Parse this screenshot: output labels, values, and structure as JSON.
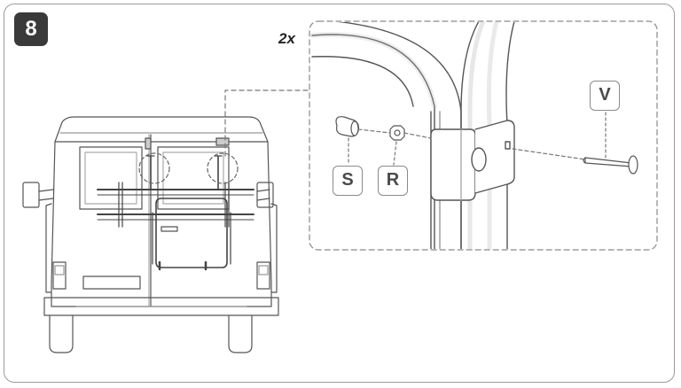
{
  "step": {
    "number": "8"
  },
  "quantity": {
    "label": "2x"
  },
  "parts": {
    "s": "S",
    "r": "R",
    "v": "V"
  }
}
